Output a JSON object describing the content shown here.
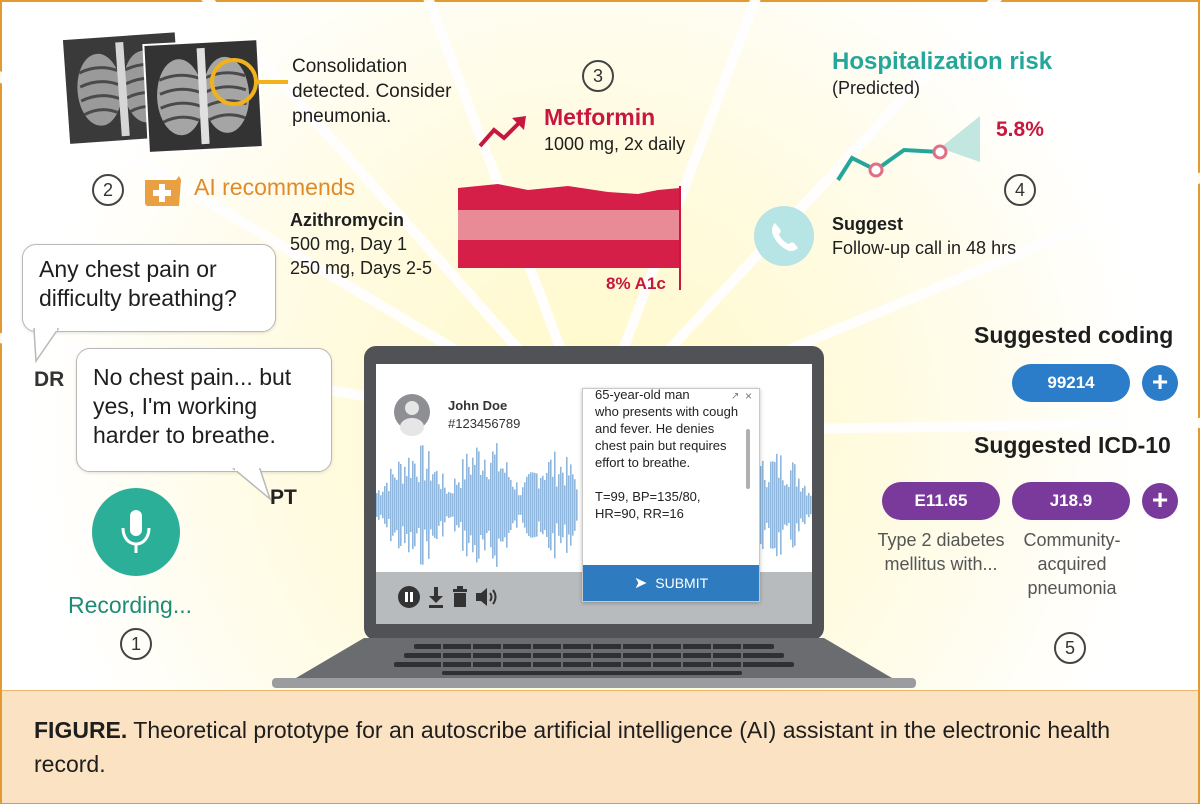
{
  "step_numbers": [
    "1",
    "2",
    "3",
    "4",
    "5"
  ],
  "xray": {
    "finding": "Consolidation detected. Consider pneumonia."
  },
  "ai_recommends": {
    "title": "AI recommends",
    "drug": "Azithromycin",
    "dose_1": "500 mg, Day 1",
    "dose_2": "250 mg, Days 2-5"
  },
  "metformin": {
    "title": "Metformin",
    "dose": "1000 mg, 2x daily",
    "chart_label": "8% A1c"
  },
  "hospitalization": {
    "title": "Hospitalization risk",
    "subtitle": "(Predicted)",
    "value": "5.8%",
    "suggest_label": "Suggest",
    "suggest_text": "Follow-up call in 48 hrs"
  },
  "conversation": {
    "doctor_question": "Any chest pain or difficulty breathing?",
    "doctor_label": "DR",
    "patient_answer": "No chest pain... but yes, I'm working harder to breathe.",
    "patient_label": "PT",
    "recording_label": "Recording..."
  },
  "patient": {
    "name": "John Doe",
    "id": "#123456789"
  },
  "note": {
    "line_top": "65-year-old man",
    "body": "who presents with cough and fever. He denies chest pain but requires effort to breathe.",
    "vitals": "T=99, BP=135/80, HR=90, RR=16",
    "submit_label": "SUBMIT"
  },
  "coding": {
    "title": "Suggested coding",
    "code": "99214",
    "icd_title": "Suggested ICD-10",
    "icd_codes": [
      {
        "code": "E11.65",
        "description": "Type 2 diabetes mellitus with..."
      },
      {
        "code": "J18.9",
        "description": "Community-acquired pneumonia"
      }
    ]
  },
  "caption": {
    "label": "FIGURE.",
    "text": "Theoretical prototype for an autoscribe artificial intelligence (AI) assistant in the electronic health record."
  },
  "colors": {
    "teal": "#2baf98",
    "orange": "#e08a2a",
    "crimson": "#c8173f",
    "risk_teal": "#24a79a",
    "blue": "#2b7cc9",
    "purple": "#7a3a9c",
    "waveform": "#8fb7dd"
  }
}
